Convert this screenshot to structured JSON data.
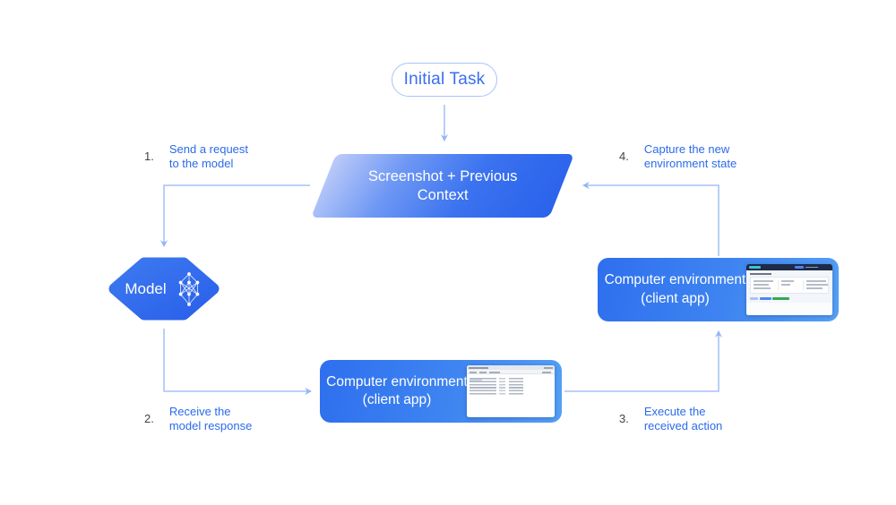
{
  "colors": {
    "background": "#ffffff",
    "label_blue": "#2b6bea",
    "number_gray": "#3f4449",
    "connector_blue": "#93b5f7",
    "pill_border": "#a9c3f7",
    "pill_text": "#3b6ef0",
    "parallelogram_gradient_start": "#bccbf9",
    "parallelogram_gradient_end": "#2a62ec",
    "hexagon_blue": "#2f6ced",
    "env_box_gradient_start": "#2e6fee",
    "env_box_gradient_end": "#55a0f5",
    "node_text": "#ffffff",
    "thumb_web_header": "#1e2b47",
    "thumb_web_accent_teal": "#3ec1d5",
    "thumb_web_bar_green": "#34a853"
  },
  "nodes": {
    "initial_task": {
      "label": "Initial Task"
    },
    "screenshot_context": {
      "line1": "Screenshot + Previous",
      "line2": "Context"
    },
    "model": {
      "label": "Model",
      "icon": "neural-network-icon"
    },
    "env_bottom": {
      "line1": "Computer environment",
      "line2": "(client app)",
      "thumbnail": "desktop-app-screenshot"
    },
    "env_right": {
      "line1": "Computer environment",
      "line2": "(client app)",
      "thumbnail": "web-app-screenshot"
    }
  },
  "steps": [
    {
      "num": "1.",
      "line1": "Send a request",
      "line2": "to the model"
    },
    {
      "num": "2.",
      "line1": "Receive the",
      "line2": "model response"
    },
    {
      "num": "3.",
      "line1": "Execute the",
      "line2": "received action"
    },
    {
      "num": "4.",
      "line1": "Capture the new",
      "line2": "environment state"
    }
  ]
}
